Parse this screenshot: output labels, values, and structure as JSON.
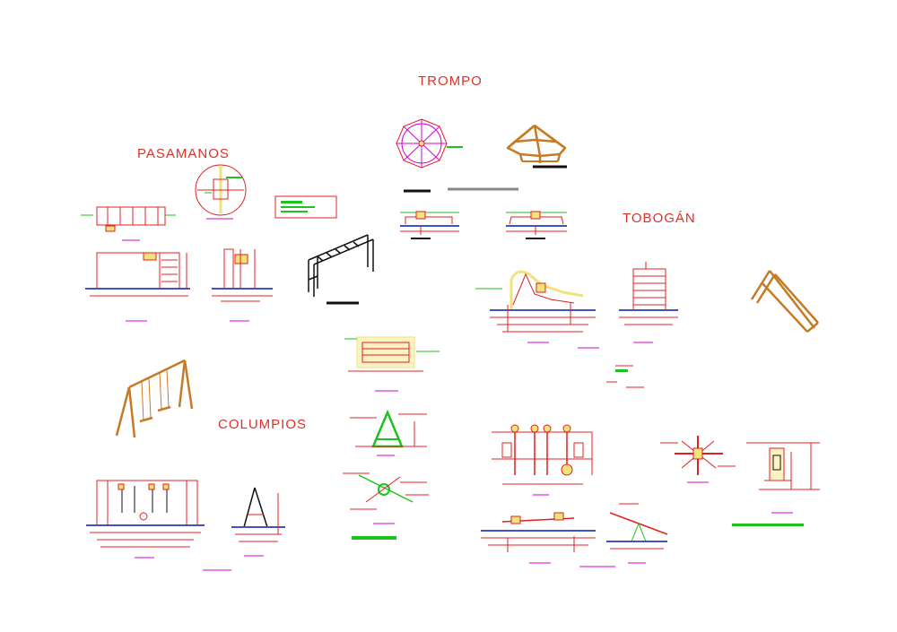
{
  "sections": {
    "trompo": "TROMPO",
    "pasamanos": "PASAMANOS",
    "tobogan": "TOBOGÁN",
    "columpios": "COLUMPIOS"
  },
  "colors": {
    "background": "#ffffff",
    "title": "#d9332b",
    "red_line": "#e02020",
    "yellow_fill": "#f2e27a",
    "green_text": "#1ec21e",
    "ground_blue": "#3f52c8",
    "caption_magenta": "#d400d4",
    "wood_brown": "#c77a26",
    "black": "#111111",
    "grey": "#888888"
  }
}
